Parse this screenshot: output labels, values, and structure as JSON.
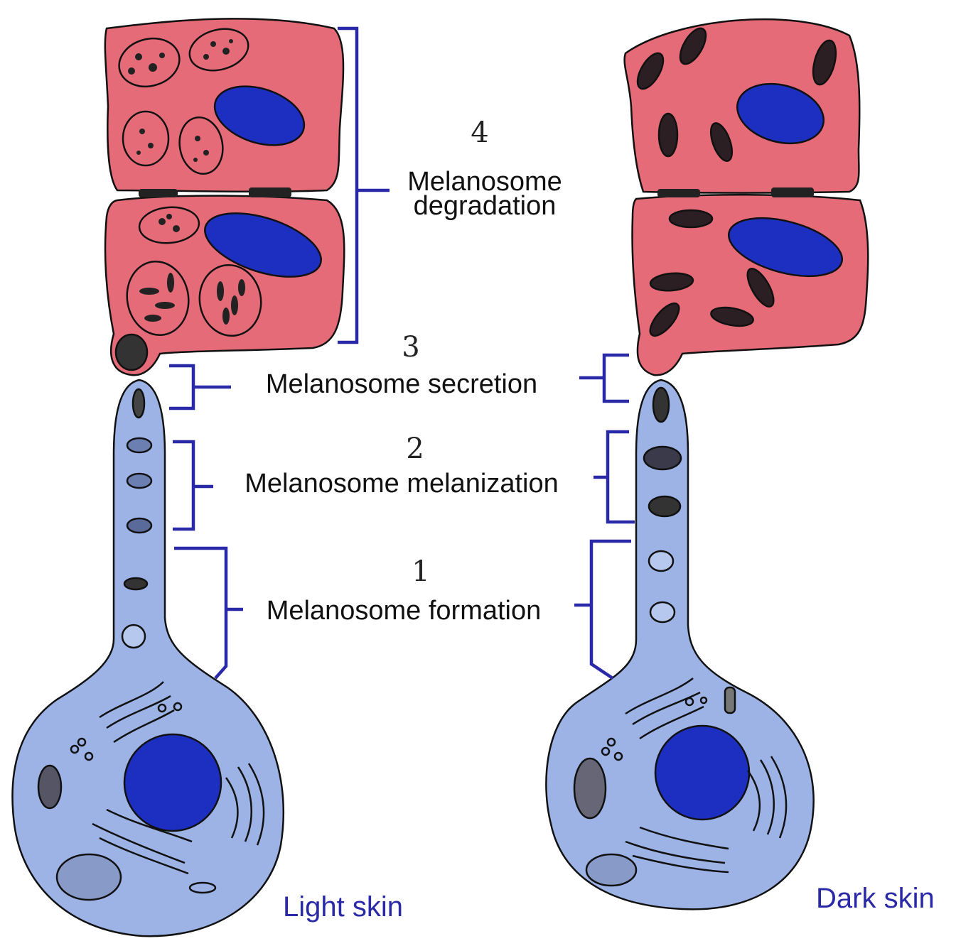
{
  "stages": [
    {
      "number": "4",
      "label_lines": [
        "Melanosome",
        "degradation"
      ]
    },
    {
      "number": "3",
      "label_lines": [
        "Melanosome secretion"
      ]
    },
    {
      "number": "2",
      "label_lines": [
        "Melanosome melanization"
      ]
    },
    {
      "number": "1",
      "label_lines": [
        "Melanosome formation"
      ]
    }
  ],
  "panels": {
    "light": {
      "caption": "Light skin"
    },
    "dark": {
      "caption": "Dark skin"
    }
  },
  "colors": {
    "keratinocyte": "#e56b78",
    "melanocyte": "#9db3e6",
    "nucleus": "#1d2fc0",
    "bracket": "#2a2aa8",
    "caption": "#2a2aa8"
  }
}
